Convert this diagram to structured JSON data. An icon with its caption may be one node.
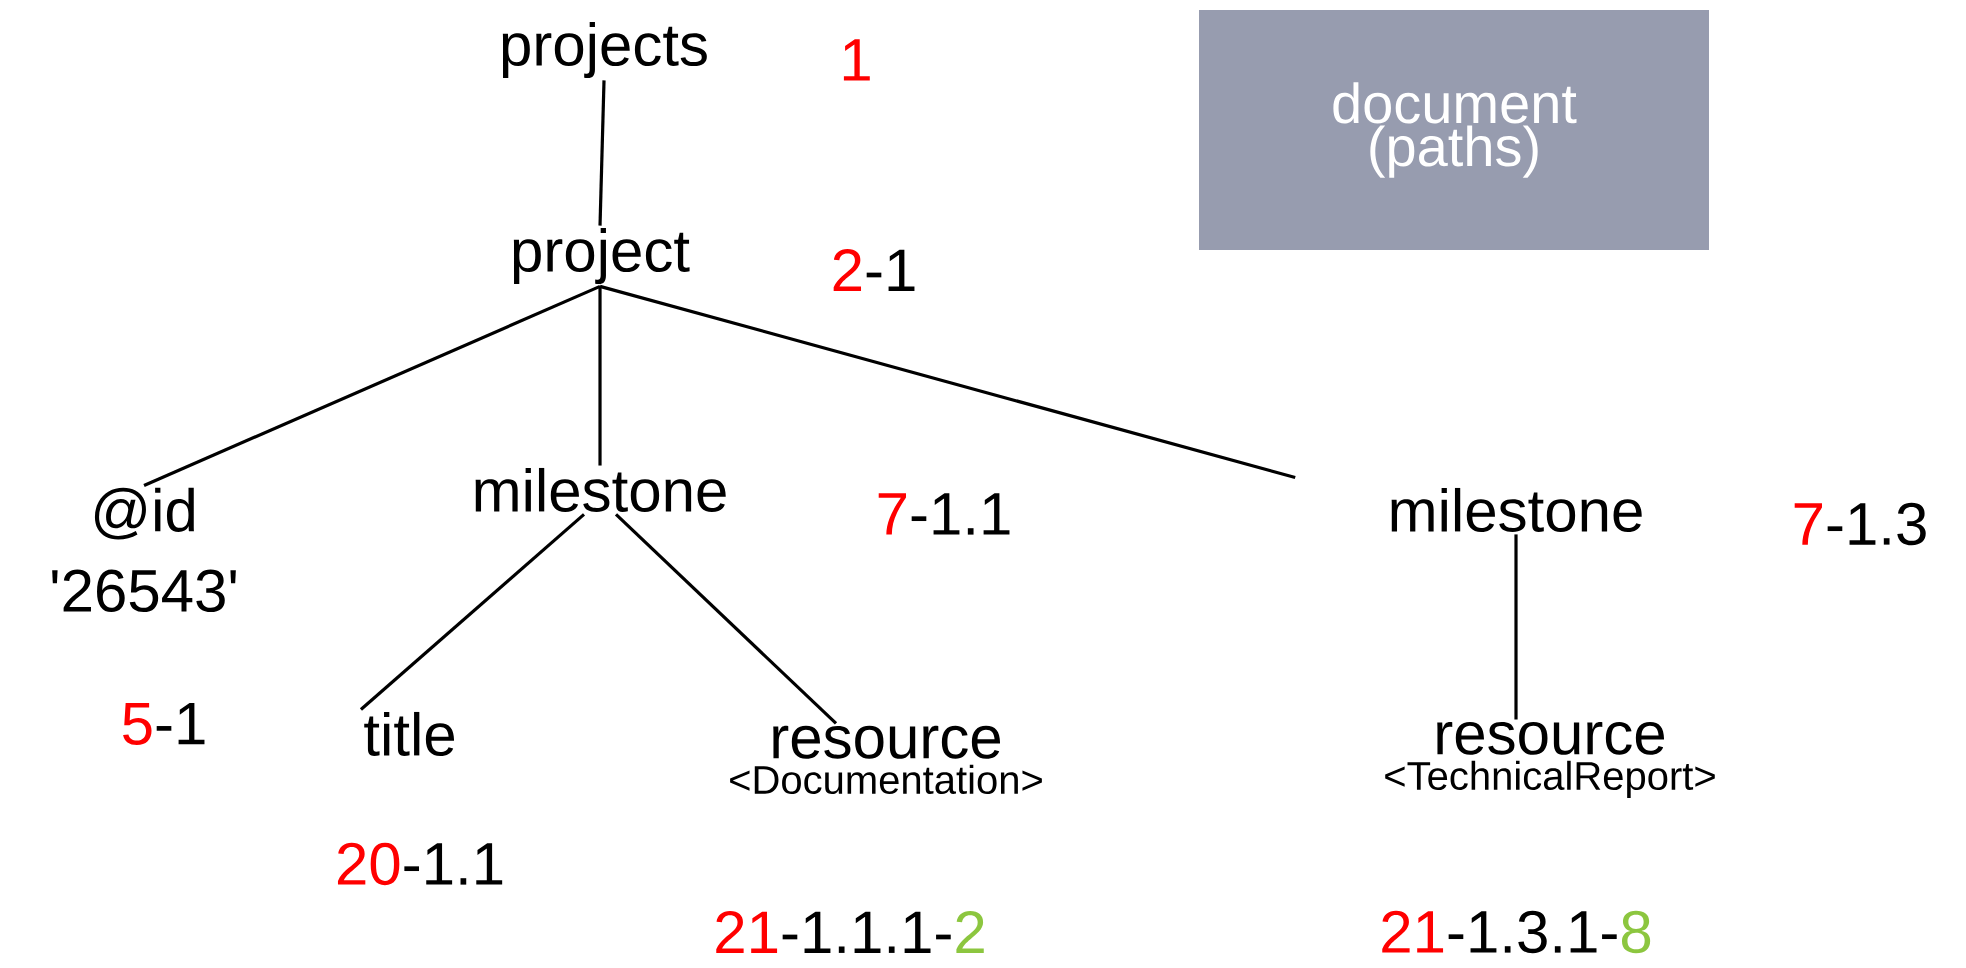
{
  "diagram": {
    "nodes": [
      {
        "text": [
          "projects"
        ],
        "beside": [
          "1"
        ]
      },
      {
        "text": [
          "project"
        ],
        "beside": [
          "2",
          "-1"
        ]
      },
      {
        "text": [
          "@id",
          "'26543'"
        ],
        "beside": [
          "5",
          "-1"
        ]
      },
      {
        "text": [
          "milestone"
        ],
        "beside": [
          "7",
          "-1.1"
        ]
      },
      {
        "text": [
          "milestone"
        ],
        "beside": [
          "7",
          "-1.3"
        ]
      },
      {
        "text": [
          "title"
        ],
        "beside": [
          "20",
          "-1.1"
        ]
      },
      {
        "text": [
          "resource",
          "<Documentation>"
        ],
        "beside": [
          "21",
          "-1.1.1-",
          "2"
        ]
      },
      {
        "text": [
          "resource",
          "<TechnicalReport>"
        ],
        "beside": [
          "21",
          "-1.3.1-",
          "8"
        ]
      },
      {
        "text": [
          "document (paths)"
        ]
      }
    ],
    "edges": [
      {
        "from": 0,
        "to": 1,
        "arrow": "none"
      },
      {
        "from": 1,
        "to": 2,
        "arrow": "none"
      },
      {
        "from": 1,
        "to": 3,
        "arrow": "none"
      },
      {
        "from": 1,
        "to": 4,
        "arrow": "none"
      },
      {
        "from": 3,
        "to": 5,
        "arrow": "none"
      },
      {
        "from": 3,
        "to": 6,
        "arrow": "none"
      },
      {
        "from": 4,
        "to": 7,
        "arrow": "none"
      }
    ]
  }
}
